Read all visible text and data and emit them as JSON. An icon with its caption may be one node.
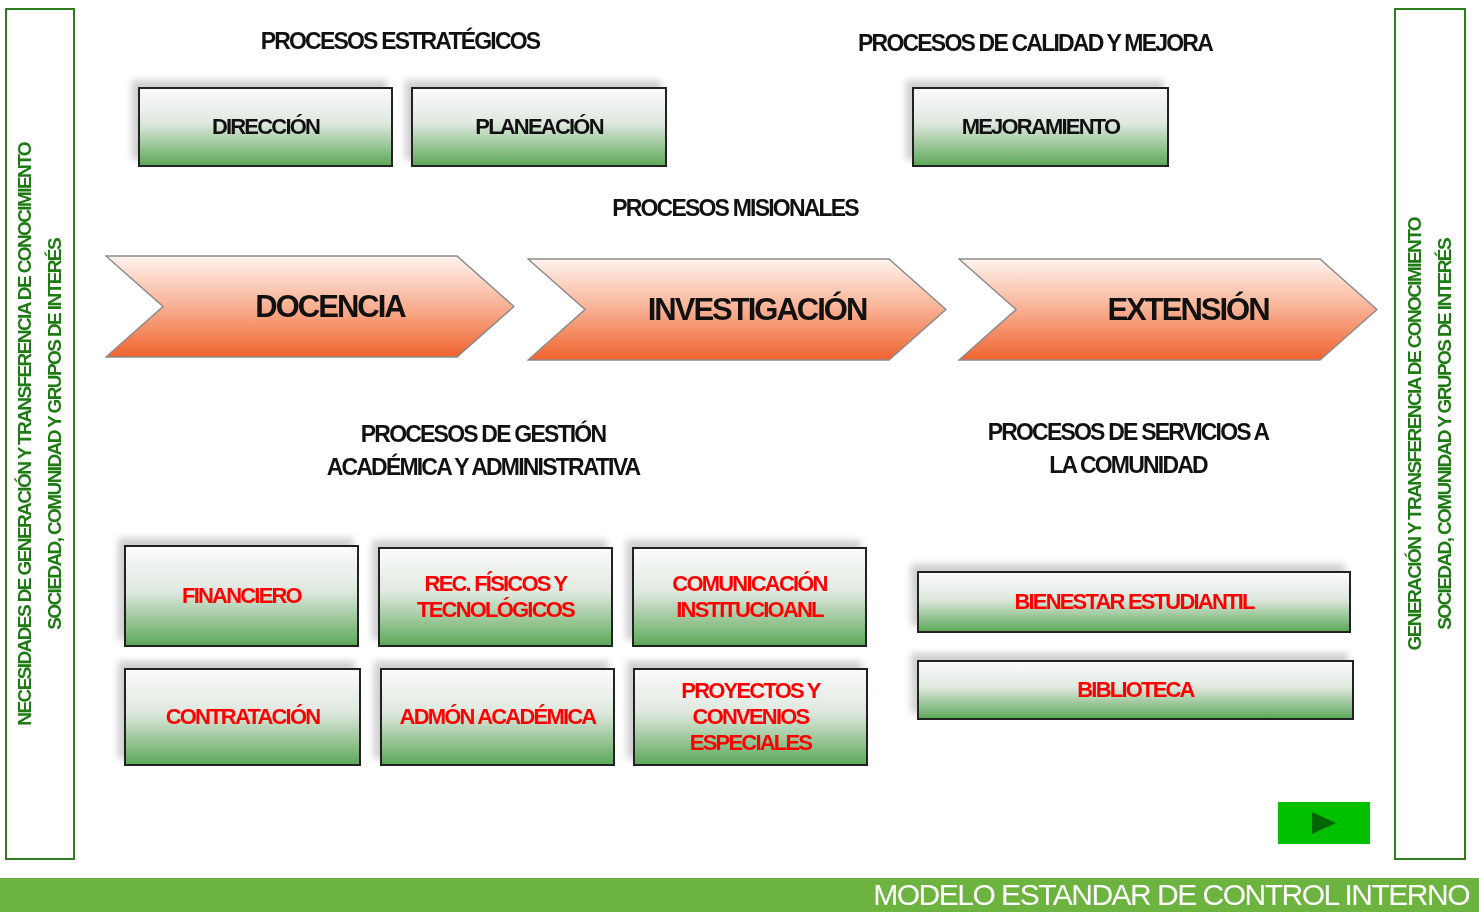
{
  "diagram": {
    "nodes": [
      {
        "text": [
          "NECESIDADES DE GENERACIÓN Y TRANSFERENCIA DE CONOCIMIENTO",
          "SOCIEDAD, COMUNIDAD Y GRUPOS DE INTERÉS"
        ]
      },
      {
        "text": [
          "DIRECCIÓN"
        ]
      },
      {
        "text": [
          "PLANEACIÓN"
        ]
      },
      {
        "text": [
          "MEJORAMIENTO"
        ]
      },
      {
        "text": [
          "DOCENCIA"
        ]
      },
      {
        "text": [
          "INVESTIGACIÓN"
        ]
      },
      {
        "text": [
          "EXTENSIÓN"
        ]
      },
      {
        "text": [
          "FINANCIERO"
        ]
      },
      {
        "text": [
          "REC. FÍSICOS Y TECNOLÓGICOS"
        ]
      },
      {
        "text": [
          "COMUNICACIÓN INSTITUCIOANL"
        ]
      },
      {
        "text": [
          "BIENESTAR ESTUDIANTIL"
        ]
      },
      {
        "text": [
          "CONTRATACIÓN"
        ]
      },
      {
        "text": [
          "ADMÓN ACADÉMICA"
        ]
      },
      {
        "text": [
          "PROYECTOS Y CONVENIOS ESPECIALES"
        ]
      },
      {
        "text": [
          "BIBLIOTECA"
        ]
      },
      {
        "text": [
          "GENERACIÓN Y TRANSFERENCIA DE CONOCIMIENTO",
          "SOCIEDAD, COMUNIDAD Y GRUPOS DE INTERÉS"
        ]
      },
      {
        "text": [
          "MODELO ESTANDAR DE CONTROL INTERNO"
        ]
      }
    ],
    "labels": [
      "PROCESOS ESTRATÉGICOS",
      "PROCESOS DE CALIDAD Y MEJORA",
      "PROCESOS MISIONALES",
      "PROCESOS DE GESTIÓN ACADÉMICA Y ADMINISTRATIVA",
      "PROCESOS DE SERVICIOS A LA COMUNIDAD"
    ]
  }
}
